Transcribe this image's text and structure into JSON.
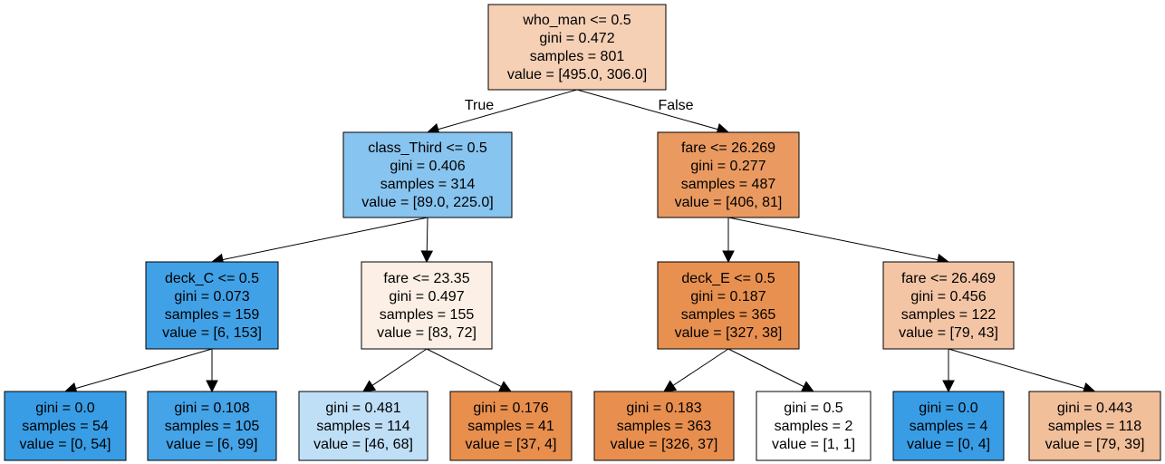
{
  "diagram": {
    "type": "decision-tree",
    "nodes": [
      {
        "id": "n0",
        "lines": [
          "who_man <= 0.5",
          "gini = 0.472",
          "samples = 801",
          "value = [495.0, 306.0]"
        ],
        "fill": "#f5d0b5"
      },
      {
        "id": "n1",
        "lines": [
          "class_Third <= 0.5",
          "gini = 0.406",
          "samples = 314",
          "value = [89.0, 225.0]"
        ],
        "fill": "#87c4ef"
      },
      {
        "id": "n2",
        "lines": [
          "deck_C <= 0.5",
          "gini = 0.073",
          "samples = 159",
          "value = [6, 153]"
        ],
        "fill": "#41a1e6"
      },
      {
        "id": "n3",
        "lines": [
          "gini = 0.0",
          "samples = 54",
          "value = [0, 54]"
        ],
        "fill": "#399de5"
      },
      {
        "id": "n4",
        "lines": [
          "gini = 0.108",
          "samples = 105",
          "value = [6, 99]"
        ],
        "fill": "#45a3e7"
      },
      {
        "id": "n5",
        "lines": [
          "fare <= 23.35",
          "gini = 0.497",
          "samples = 155",
          "value = [83, 72]"
        ],
        "fill": "#fcefe5"
      },
      {
        "id": "n6",
        "lines": [
          "gini = 0.481",
          "samples = 114",
          "value = [46, 68]"
        ],
        "fill": "#bfdff7"
      },
      {
        "id": "n7",
        "lines": [
          "gini = 0.176",
          "samples = 41",
          "value = [37, 4]"
        ],
        "fill": "#e88f4e"
      },
      {
        "id": "n8",
        "lines": [
          "fare <= 26.269",
          "gini = 0.277",
          "samples = 487",
          "value = [406, 81]"
        ],
        "fill": "#ea9a60"
      },
      {
        "id": "n9",
        "lines": [
          "deck_E <= 0.5",
          "gini = 0.187",
          "samples = 365",
          "value = [327, 38]"
        ],
        "fill": "#e89050"
      },
      {
        "id": "n10",
        "lines": [
          "gini = 0.183",
          "samples = 363",
          "value = [326, 37]"
        ],
        "fill": "#e88f4f"
      },
      {
        "id": "n11",
        "lines": [
          "gini = 0.5",
          "samples = 2",
          "value = [1, 1]"
        ],
        "fill": "#ffffff"
      },
      {
        "id": "n12",
        "lines": [
          "fare <= 26.469",
          "gini = 0.456",
          "samples = 122",
          "value = [79, 43]"
        ],
        "fill": "#f3c5a5"
      },
      {
        "id": "n13",
        "lines": [
          "gini = 0.0",
          "samples = 4",
          "value = [0, 4]"
        ],
        "fill": "#399de5"
      },
      {
        "id": "n14",
        "lines": [
          "gini = 0.443",
          "samples = 118",
          "value = [79, 39]"
        ],
        "fill": "#f2bf9b"
      }
    ],
    "edges": [
      {
        "from": "n0",
        "to": "n1",
        "label": "True"
      },
      {
        "from": "n0",
        "to": "n8",
        "label": "False"
      },
      {
        "from": "n1",
        "to": "n2",
        "label": ""
      },
      {
        "from": "n1",
        "to": "n5",
        "label": ""
      },
      {
        "from": "n2",
        "to": "n3",
        "label": ""
      },
      {
        "from": "n2",
        "to": "n4",
        "label": ""
      },
      {
        "from": "n5",
        "to": "n6",
        "label": ""
      },
      {
        "from": "n5",
        "to": "n7",
        "label": ""
      },
      {
        "from": "n8",
        "to": "n9",
        "label": ""
      },
      {
        "from": "n8",
        "to": "n12",
        "label": ""
      },
      {
        "from": "n9",
        "to": "n10",
        "label": ""
      },
      {
        "from": "n9",
        "to": "n11",
        "label": ""
      },
      {
        "from": "n12",
        "to": "n13",
        "label": ""
      },
      {
        "from": "n12",
        "to": "n14",
        "label": ""
      }
    ]
  }
}
